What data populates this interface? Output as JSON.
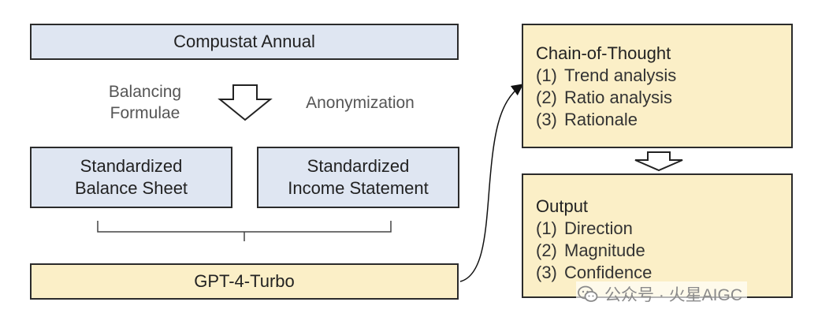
{
  "top_box": {
    "label": "Compustat Annual"
  },
  "balancing": {
    "line1": "Balancing",
    "line2": "Formulae"
  },
  "anonymization": {
    "label": "Anonymization"
  },
  "balance_sheet": {
    "line1": "Standardized",
    "line2": "Balance Sheet"
  },
  "income_statement": {
    "line1": "Standardized",
    "line2": "Income Statement"
  },
  "gpt": {
    "label": "GPT-4-Turbo"
  },
  "chain_of_thought": {
    "title": "Chain-of-Thought",
    "items": [
      {
        "num": "(1)",
        "text": "Trend analysis"
      },
      {
        "num": "(2)",
        "text": "Ratio analysis"
      },
      {
        "num": "(3)",
        "text": "Rationale"
      }
    ]
  },
  "output": {
    "title": "Output",
    "items": [
      {
        "num": "(1)",
        "text": "Direction"
      },
      {
        "num": "(2)",
        "text": "Magnitude"
      },
      {
        "num": "(3)",
        "text": "Confidence"
      }
    ]
  },
  "watermark": {
    "text": "公众号 · 火星AIGC",
    "icon": "wechat-icon"
  },
  "colors": {
    "blue_box": "#dfe6f2",
    "cream_box": "#fbefc7",
    "border": "#2b2b2b"
  }
}
